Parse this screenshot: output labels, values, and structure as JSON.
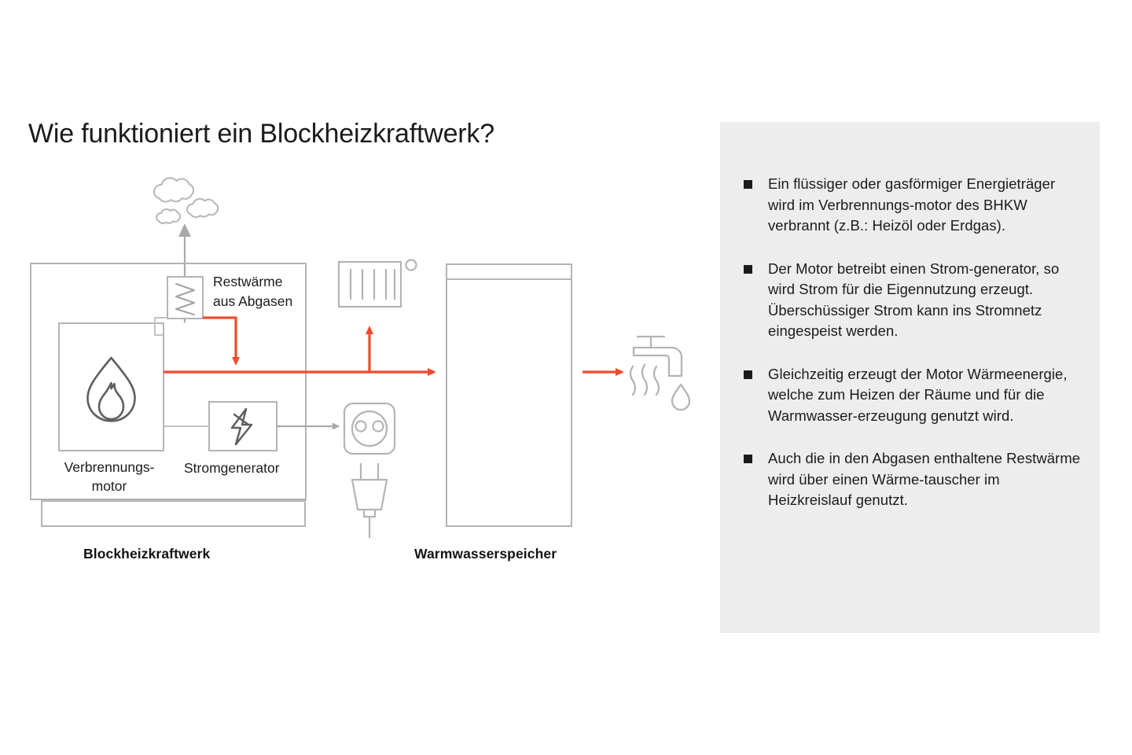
{
  "page": {
    "title": "Wie funktioniert ein Blockheizkraftwerk?",
    "background_color": "#ffffff"
  },
  "colors": {
    "heat_flow_red": "#ee4b2e",
    "outline_gray": "#b4b4b4",
    "icon_gray": "#9a9a9a",
    "panel_background": "#ededed",
    "text_dark": "#1b1b1b"
  },
  "diagram": {
    "name": "bhkw-process-diagram",
    "captions": {
      "bhkw": "Blockheizkraftwerk",
      "tank": "Warmwasserspeicher"
    },
    "labels": {
      "engine_line1": "Verbrennungs-",
      "engine_line2": "motor",
      "engine": "Verbrennungs-motor",
      "generator": "Stromgenerator",
      "residual_heat_line1": "Restwärme",
      "residual_heat_line2": "aus Abgasen"
    },
    "icons": {
      "smoke": "smoke-clouds-icon",
      "heat_exchanger": "heat-exchanger-icon",
      "flame": "flame-icon",
      "lightning": "lightning-bolt-icon",
      "radiator": "radiator-icon",
      "socket": "power-socket-icon",
      "plug": "power-plug-icon",
      "tank": "hot-water-tank-icon",
      "faucet": "water-faucet-icon"
    },
    "flows": [
      {
        "name": "exhaust-up-arrow",
        "color": "#9a9a9a",
        "description": "Abgas zum Schornstein"
      },
      {
        "name": "residual-heat-arrow",
        "color": "#ee4b2e",
        "description": "Restwärme aus Abgasen in den Heizkreislauf"
      },
      {
        "name": "heat-main-arrow",
        "color": "#ee4b2e",
        "description": "Wärme zum Warmwasserspeicher"
      },
      {
        "name": "heat-radiator-arrow",
        "color": "#ee4b2e",
        "description": "Wärme zum Heizkörper"
      },
      {
        "name": "hot-water-arrow",
        "color": "#ee4b2e",
        "description": "Warmwasser zur Zapfstelle"
      },
      {
        "name": "electricity-arrow",
        "color": "#b4b4b4",
        "description": "Strom zur Steckdose"
      }
    ]
  },
  "info_panel": {
    "name": "info-panel",
    "background_color": "#ededed",
    "bullets": [
      "Ein flüssiger oder gasförmiger Energieträger wird im Verbrennungs-motor des BHKW verbrannt (z.B.: Heizöl oder Erdgas).",
      "Der Motor betreibt einen Strom-generator, so wird Strom für die Eigennutzung erzeugt. Überschüssiger Strom kann ins Stromnetz eingespeist werden.",
      "Gleichzeitig erzeugt der Motor Wärmeenergie, welche zum Heizen der Räume und für die Warmwasser-erzeugung genutzt wird.",
      "Auch die in den Abgasen enthaltene Restwärme wird über einen Wärme-tauscher im Heizkreislauf genutzt."
    ]
  }
}
